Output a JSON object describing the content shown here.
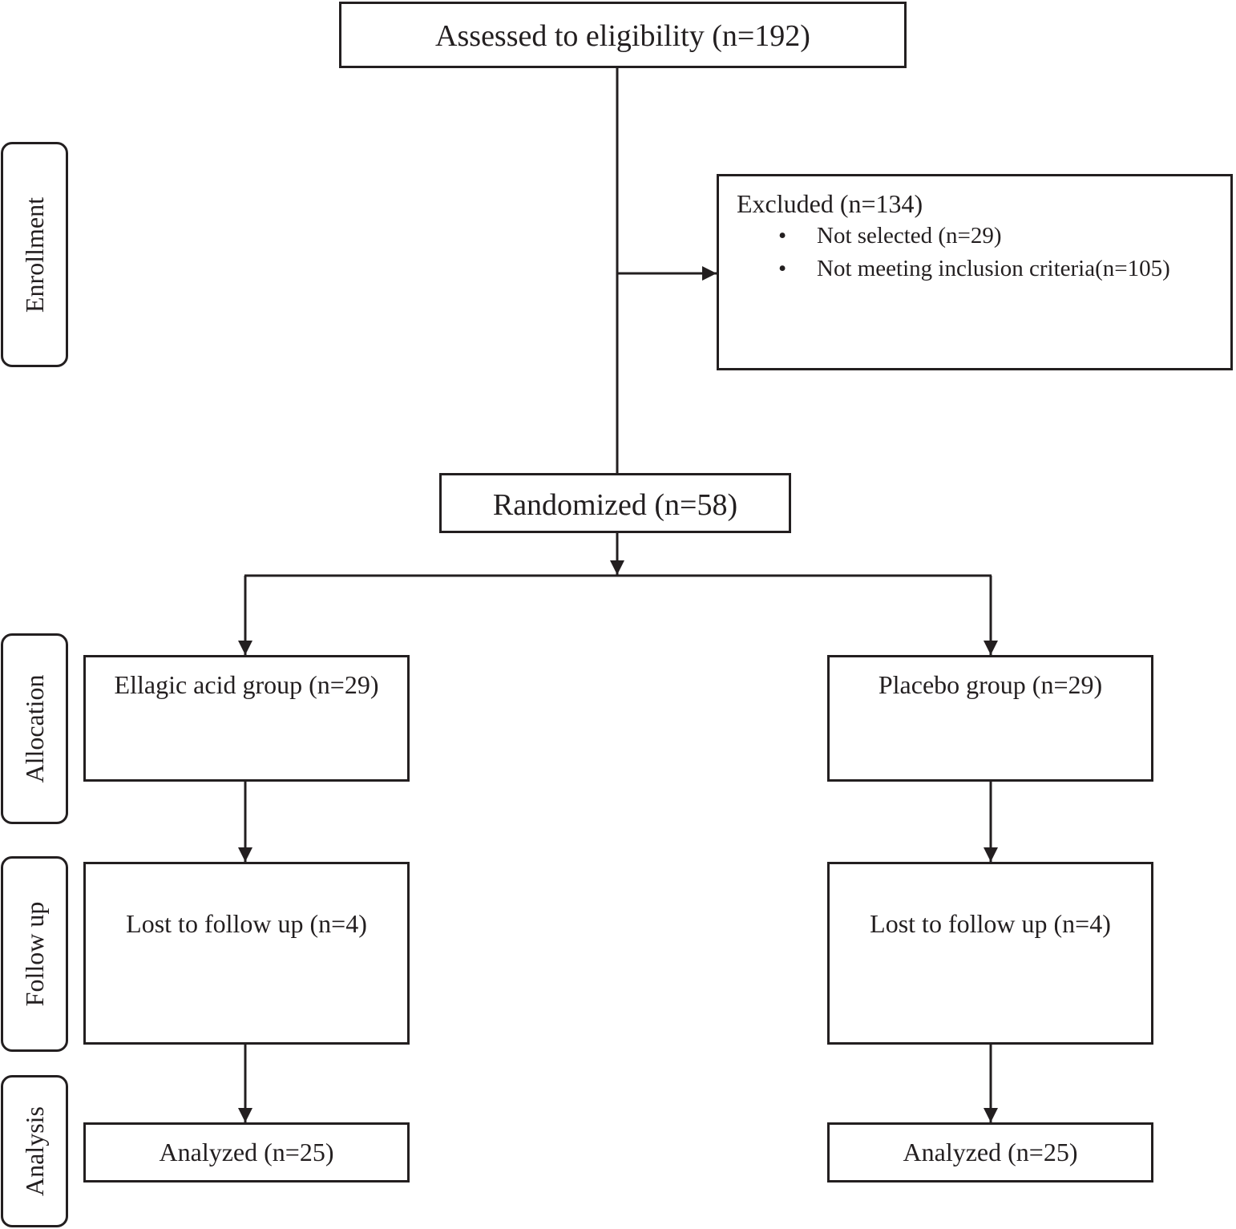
{
  "stages": {
    "enrollment": "Enrollment",
    "allocation": "Allocation",
    "follow_up": "Follow up",
    "analysis": "Analysis"
  },
  "assessed": "Assessed to eligibility (n=192)",
  "excluded": {
    "title": "Excluded (n=134)",
    "items": [
      "Not selected (n=29)",
      "Not meeting inclusion criteria(n=105)"
    ],
    "bullet": "•"
  },
  "randomized": "Randomized (n=58)",
  "arms": {
    "ellagic": {
      "allocation": "Ellagic acid group (n=29)",
      "follow_up": "Lost to follow up (n=4)",
      "analysis": "Analyzed (n=25)"
    },
    "placebo": {
      "allocation": "Placebo group (n=29)",
      "follow_up": "Lost to follow up (n=4)",
      "analysis": "Analyzed (n=25)"
    }
  }
}
